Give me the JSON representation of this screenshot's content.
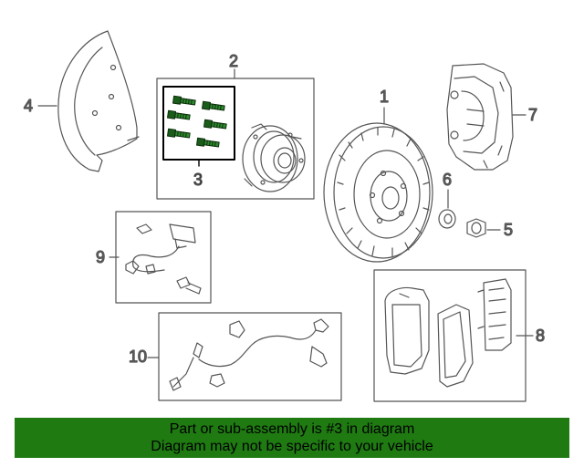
{
  "callouts": {
    "c1": "1",
    "c2": "2",
    "c3": "3",
    "c4": "4",
    "c5": "5",
    "c6": "6",
    "c7": "7",
    "c8": "8",
    "c9": "9",
    "c10": "10"
  },
  "highlight": {
    "part": "3",
    "color": "#000000"
  },
  "banner": {
    "line1": "Part or sub-assembly is #3 in diagram",
    "line2": "Diagram may not be specific to your vehicle",
    "background": "#1f7a12"
  },
  "icons": {
    "part_1": "brake-rotor-icon",
    "part_2": "wheel-hub-bearing-icon",
    "part_3": "bolt-kit-icon",
    "part_4": "splash-shield-icon",
    "part_5": "lock-nut-icon",
    "part_6": "washer-icon",
    "part_7": "brake-caliper-icon",
    "part_8": "brake-pad-kit-icon",
    "part_9": "pad-wear-sensor-kit-icon",
    "part_10": "abs-wheel-speed-sensor-icon"
  }
}
